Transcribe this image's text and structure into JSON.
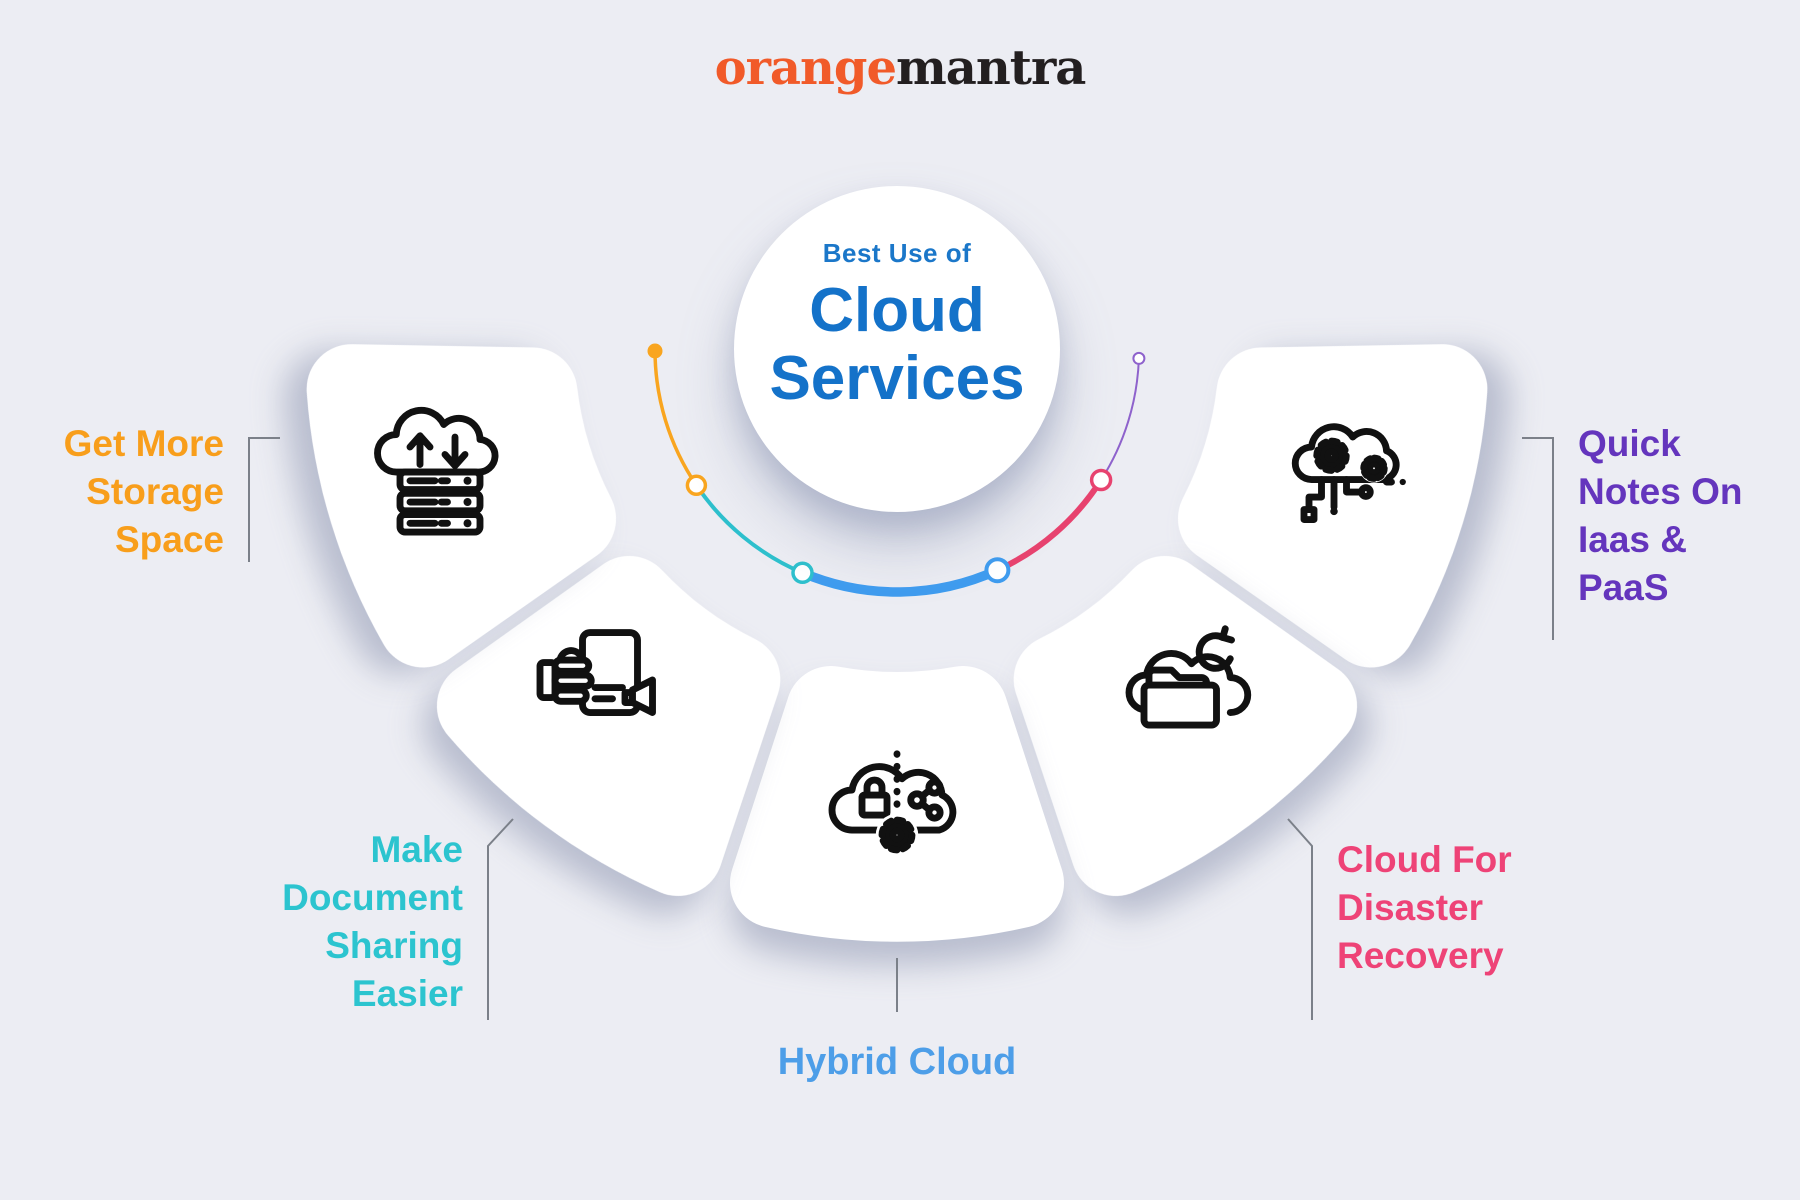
{
  "app": {
    "background": "#ECEDF3"
  },
  "logo": {
    "text_orange": "orange",
    "text_dark": "mantra",
    "color_orange": "#F15A29",
    "color_dark": "#231F20"
  },
  "center_badge": {
    "kicker": "Best Use of",
    "title": "Cloud\nServices",
    "kicker_color": "#1B77C9",
    "title_color": "#1472C9"
  },
  "cards": [
    {
      "name": "storage",
      "label": "Get More\nStorage\nSpace",
      "label_color": "#F89E1B",
      "icon": "cloud-storage-icon",
      "arc_color": "#F9A51F"
    },
    {
      "name": "document-sharing",
      "label": "Make\nDocument\nSharing\nEasier",
      "label_color": "#2CC4CF",
      "icon": "document-sharing-icon",
      "arc_color": "#2EC0CD"
    },
    {
      "name": "hybrid-cloud",
      "label": "Hybrid Cloud",
      "label_color": "#4D9EE8",
      "icon": "hybrid-cloud-icon",
      "arc_color": "#3F9CEF"
    },
    {
      "name": "disaster-recovery",
      "label": "Cloud For\nDisaster\nRecovery",
      "label_color": "#EE4377",
      "icon": "disaster-recovery-icon",
      "arc_color": "#E8436F"
    },
    {
      "name": "iaas-paas",
      "label": "Quick\nNotes On\nIaas &\nPaaS",
      "label_color": "#6435BD",
      "icon": "iaas-paas-icon",
      "arc_color": "#8E62CC"
    }
  ],
  "connector_color": "#7B8089",
  "icon_stroke": "#111111",
  "card_color": "#FFFFFF"
}
